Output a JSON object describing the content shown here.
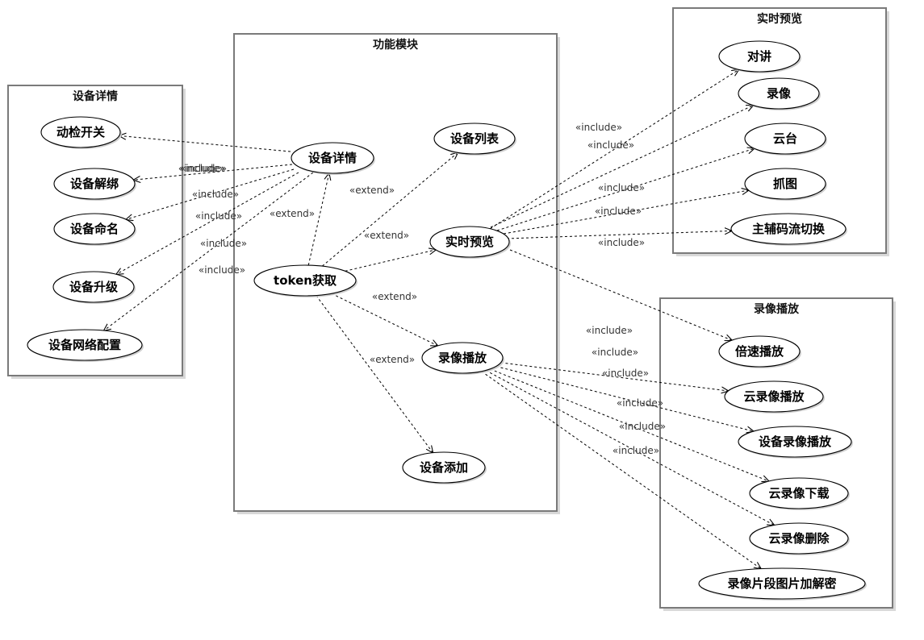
{
  "boxes": [
    {
      "id": "function_modules",
      "title": "功能模块"
    },
    {
      "id": "device_details_box",
      "title": "设备详情"
    },
    {
      "id": "live_preview_box",
      "title": "实时预览"
    },
    {
      "id": "playback_box",
      "title": "录像播放"
    }
  ],
  "use_cases": [
    {
      "id": "token",
      "label": "token获取"
    },
    {
      "id": "dev_detail",
      "label": "设备详情"
    },
    {
      "id": "dev_list",
      "label": "设备列表"
    },
    {
      "id": "live",
      "label": "实时预览"
    },
    {
      "id": "playback",
      "label": "录像播放"
    },
    {
      "id": "dev_add",
      "label": "设备添加"
    },
    {
      "id": "motion",
      "label": "动检开关"
    },
    {
      "id": "unbind",
      "label": "设备解绑"
    },
    {
      "id": "rename",
      "label": "设备命名"
    },
    {
      "id": "upgrade",
      "label": "设备升级"
    },
    {
      "id": "netcfg",
      "label": "设备网络配置"
    },
    {
      "id": "talk",
      "label": "对讲"
    },
    {
      "id": "record",
      "label": "录像"
    },
    {
      "id": "ptz",
      "label": "云台"
    },
    {
      "id": "snapshot",
      "label": "抓图"
    },
    {
      "id": "stream",
      "label": "主辅码流切换"
    },
    {
      "id": "speed",
      "label": "倍速播放"
    },
    {
      "id": "cloud_play",
      "label": "云录像播放"
    },
    {
      "id": "dev_play",
      "label": "设备录像播放"
    },
    {
      "id": "cloud_dl",
      "label": "云录像下载"
    },
    {
      "id": "cloud_del",
      "label": "云录像删除"
    },
    {
      "id": "decrypt",
      "label": "录像片段图片加解密"
    }
  ],
  "relations": [
    {
      "from": "token",
      "to": "dev_detail",
      "label": "«extend»"
    },
    {
      "from": "token",
      "to": "dev_list",
      "label": "«extend»"
    },
    {
      "from": "token",
      "to": "live",
      "label": "«extend»"
    },
    {
      "from": "token",
      "to": "playback",
      "label": "«extend»"
    },
    {
      "from": "token",
      "to": "dev_add",
      "label": "«extend»"
    },
    {
      "from": "dev_detail",
      "to": "motion",
      "label": ""
    },
    {
      "from": "dev_detail",
      "to": "unbind",
      "label": "«include»"
    },
    {
      "from": "dev_detail",
      "to": "rename",
      "label": "«include»"
    },
    {
      "from": "dev_detail",
      "to": "upgrade",
      "label": "«include»"
    },
    {
      "from": "dev_detail",
      "to": "netcfg",
      "label": "«include»"
    },
    {
      "from": "live",
      "to": "talk",
      "label": "«include»"
    },
    {
      "from": "live",
      "to": "record",
      "label": "«include»"
    },
    {
      "from": "live",
      "to": "ptz",
      "label": "«include»"
    },
    {
      "from": "live",
      "to": "snapshot",
      "label": "«include»"
    },
    {
      "from": "live",
      "to": "stream",
      "label": "«include»"
    },
    {
      "from": "playback",
      "to": "speed",
      "label": "«include»"
    },
    {
      "from": "playback",
      "to": "cloud_play",
      "label": "«include»"
    },
    {
      "from": "playback",
      "to": "dev_play",
      "label": "«include»"
    },
    {
      "from": "playback",
      "to": "cloud_dl",
      "label": "«include»"
    },
    {
      "from": "playback",
      "to": "cloud_del",
      "label": "«include»"
    },
    {
      "from": "playback",
      "to": "decrypt",
      "label": "«include»"
    }
  ],
  "extra_labels": [
    "«include»",
    "«include»"
  ]
}
